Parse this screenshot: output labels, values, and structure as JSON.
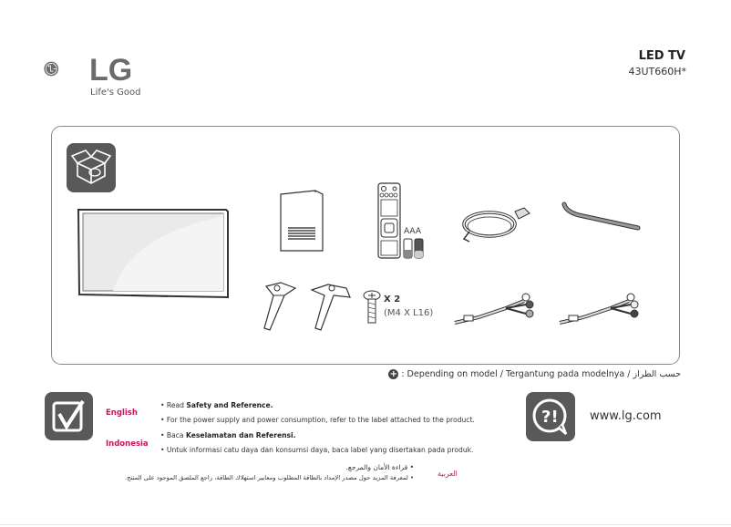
{
  "header": {
    "brand": "LG",
    "slogan": "Life's Good",
    "product_type": "LED TV",
    "model": "43UT660H*"
  },
  "components": {
    "items": [
      {
        "name": "tv",
        "label": ""
      },
      {
        "name": "owners-manual",
        "label": ""
      },
      {
        "name": "remote-control",
        "label": ""
      },
      {
        "name": "batteries",
        "label": "AAA"
      },
      {
        "name": "power-cord",
        "label": ""
      },
      {
        "name": "cable-holder",
        "label": ""
      },
      {
        "name": "stand-left",
        "label": ""
      },
      {
        "name": "stand-right",
        "label": ""
      },
      {
        "name": "stand-screws",
        "quantity": "X 2",
        "spec": "(M4 X L16)"
      },
      {
        "name": "component-gender-cable",
        "label": ""
      },
      {
        "name": "av-gender-cable",
        "label": ""
      }
    ],
    "note": ": Depending on model / Tergantung pada modelnya / حسب الطراز"
  },
  "footer": {
    "english": {
      "lang": "English",
      "line1_prefix": "• Read ",
      "line1_bold": "Safety and Reference.",
      "line2": "• For the power supply and power consumption, refer to the label attached to the product."
    },
    "indonesia": {
      "lang": "Indonesia",
      "line1_prefix": "• Baca ",
      "line1_bold": "Keselamatan dan Referensi.",
      "line2": "• Untuk informasi catu daya dan konsumsi daya, baca label yang disertakan pada produk."
    },
    "arabic": {
      "lang": "العربية",
      "line1": "• قراءة الأمان والمرجع.",
      "line2": "• لمعرفة المزيد حول مصدر الإمداد بالطاقة المطلوب ومعايير استهلاك الطاقة، راجع الملصق الموجود على المنتج."
    },
    "website": "www.lg.com"
  },
  "colors": {
    "icon_bg": "#595959",
    "lang_accent": "#c2185b",
    "logo_gray": "#6b6b6b"
  }
}
